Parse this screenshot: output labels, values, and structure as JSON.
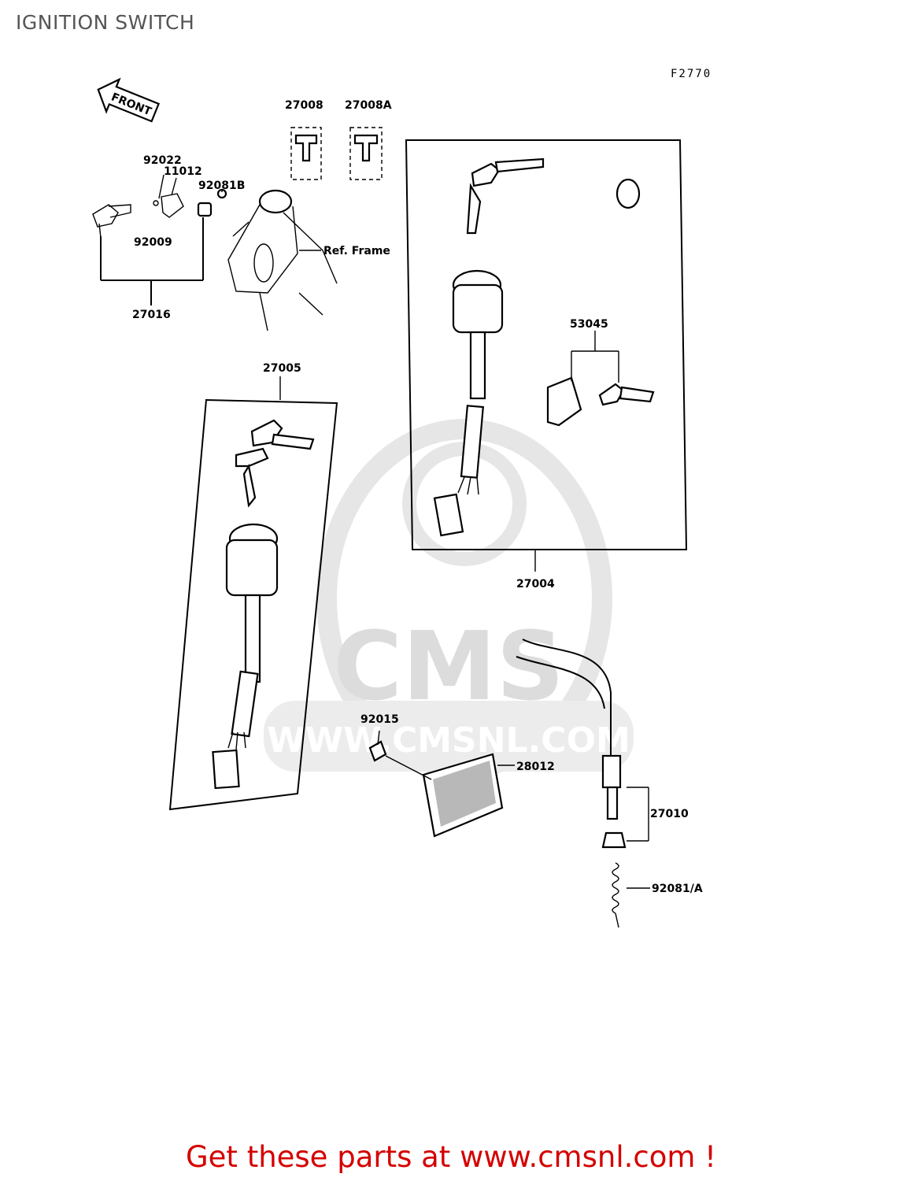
{
  "header": {
    "title": "IGNITION SWITCH"
  },
  "diagram_code": "F2770",
  "front_arrow": "FRONT",
  "ref_frame": "Ref. Frame",
  "parts": {
    "p27008": "27008",
    "p27008a": "27008A",
    "p92022": "92022",
    "p11012": "11012",
    "p92081b": "92081B",
    "p92009": "92009",
    "p27016": "27016",
    "p53045": "53045",
    "p27005": "27005",
    "p27004": "27004",
    "p92015": "92015",
    "p28012": "28012",
    "p27010": "27010",
    "p92081a": "92081/A"
  },
  "watermark": {
    "logo": "CMS",
    "url": "WWW.CMSNL.COM"
  },
  "footer": {
    "promo": "Get these parts at www.cmsnl.com !"
  },
  "colors": {
    "promo": "#d40000",
    "watermark": "#dcdcdc",
    "title": "#555555"
  }
}
